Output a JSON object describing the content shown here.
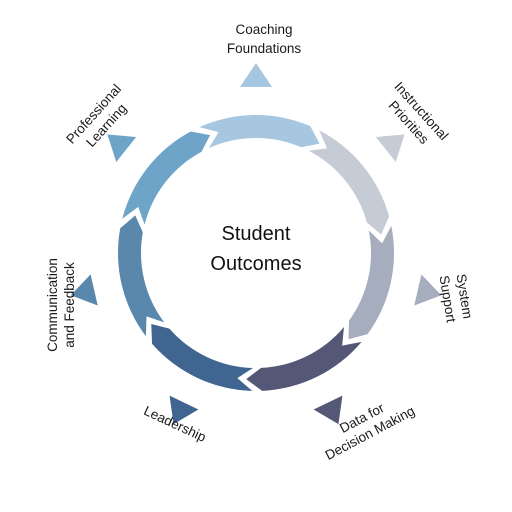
{
  "center": {
    "line1": "Student",
    "line2": "Outcomes"
  },
  "stages": [
    {
      "line1": "Coaching",
      "line2": "Foundations",
      "color": "#a7c6df"
    },
    {
      "line1": "Instructional",
      "line2": "Priorities",
      "color": "#c5ccd6"
    },
    {
      "line1": "System",
      "line2": "Support",
      "color": "#a5adbe"
    },
    {
      "line1": "Data for",
      "line2": "Decision Making",
      "color": "#545775"
    },
    {
      "line1": "Leadership",
      "line2": "",
      "color": "#3f6590"
    },
    {
      "line1": "Communication",
      "line2": "and Feedback",
      "color": "#5a88ac"
    },
    {
      "line1": "Professional",
      "line2": "Learning",
      "color": "#6da4c8"
    }
  ]
}
